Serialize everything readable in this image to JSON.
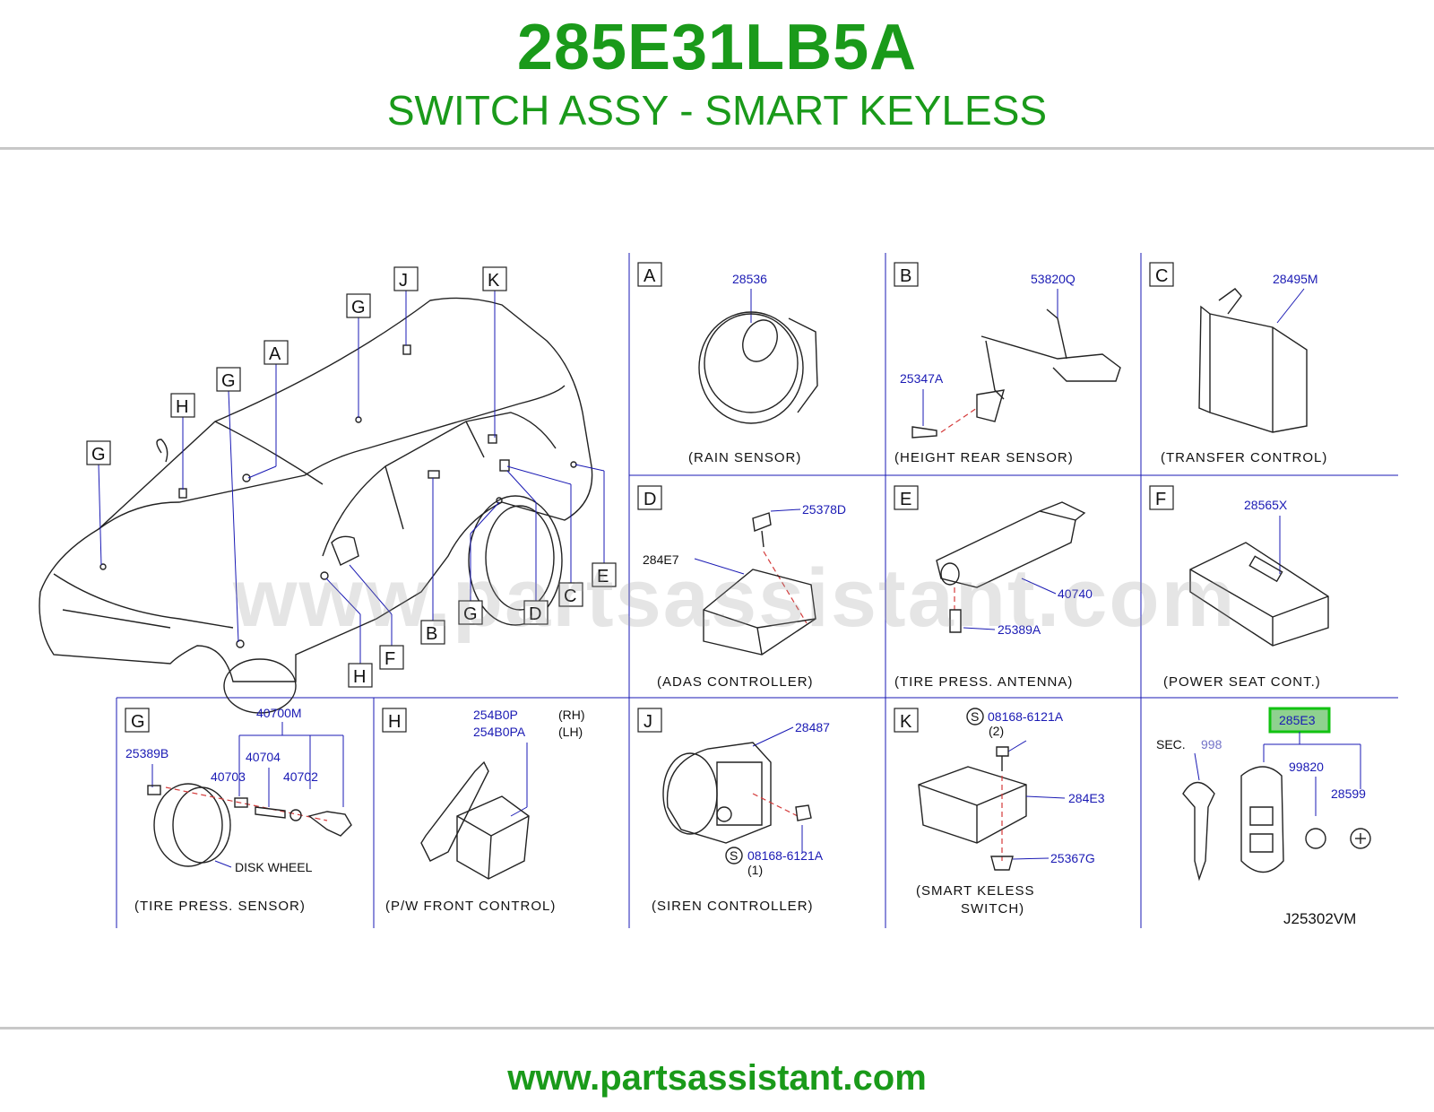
{
  "header": {
    "part_number": "285E31LB5A",
    "part_name": "SWITCH ASSY - SMART KEYLESS"
  },
  "watermark": "www.partsassistant.com",
  "footer": {
    "url": "www.partsassistant.com"
  },
  "diagram_code": "J25302VM",
  "overview_callouts": [
    "J",
    "K",
    "G",
    "A",
    "H",
    "G",
    "G",
    "E",
    "C",
    "D",
    "G",
    "B",
    "F",
    "H"
  ],
  "panels": {
    "A": {
      "letter": "A",
      "caption": "(RAIN   SENSOR)",
      "parts": [
        "28536"
      ]
    },
    "B": {
      "letter": "B",
      "caption": "(HEIGHT   REAR   SENSOR)",
      "parts": [
        "53820Q",
        "25347A"
      ]
    },
    "C": {
      "letter": "C",
      "caption": "(TRANSFER   CONTROL)",
      "parts": [
        "28495M"
      ]
    },
    "D": {
      "letter": "D",
      "caption": "(ADAS   CONTROLLER)",
      "parts": [
        "25378D",
        "284E7"
      ]
    },
    "E": {
      "letter": "E",
      "caption": "(TIRE   PRESS.   ANTENNA)",
      "parts": [
        "40740",
        "25389A"
      ]
    },
    "F": {
      "letter": "F",
      "caption": "(POWER   SEAT   CONT.)",
      "parts": [
        "28565X"
      ]
    },
    "G": {
      "letter": "G",
      "caption": "(TIRE   PRESS.   SENSOR)",
      "parts": [
        "40700M",
        "25389B",
        "40704",
        "40703",
        "40702"
      ],
      "note": "DISK   WHEEL"
    },
    "H": {
      "letter": "H",
      "caption": "(P/W   FRONT   CONTROL)",
      "parts": [
        "254B0P",
        "254B0PA"
      ],
      "sides": [
        "(RH)",
        "(LH)"
      ]
    },
    "J": {
      "letter": "J",
      "caption": "(SIREN   CONTROLLER)",
      "parts": [
        "28487",
        "08168-6121A"
      ],
      "qty": "(1)",
      "s_mark": "S"
    },
    "K": {
      "letter": "K",
      "caption_line1": "(SMART   KELESS",
      "caption_line2": "SWITCH)",
      "parts": [
        "08168-6121A",
        "284E3",
        "25367G"
      ],
      "qty": "(2)",
      "s_mark": "S"
    },
    "key": {
      "sec_label": "SEC.",
      "sec_number": "998",
      "highlight": "285E3",
      "parts": [
        "99820",
        "28599"
      ]
    }
  }
}
